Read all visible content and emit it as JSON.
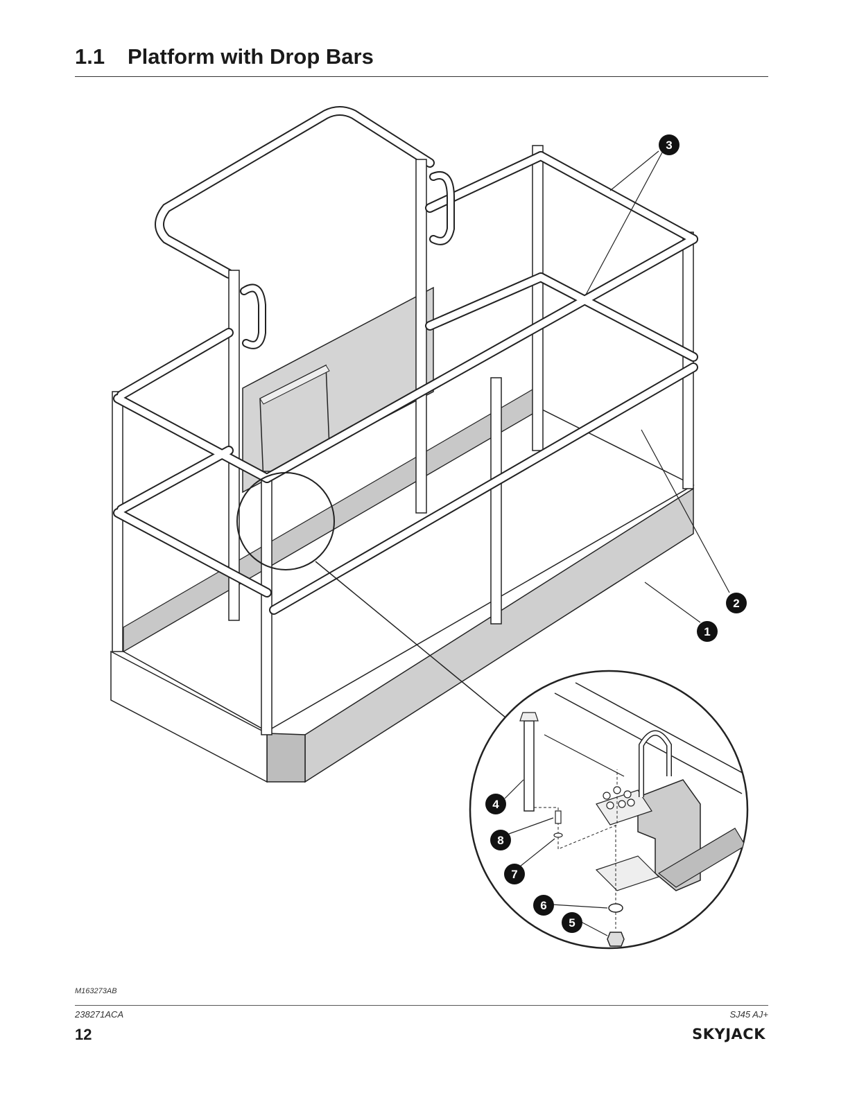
{
  "header": {
    "section_number": "1.1",
    "section_title": "Platform with Drop Bars"
  },
  "callouts": [
    "1",
    "2",
    "3",
    "4",
    "5",
    "6",
    "7",
    "8"
  ],
  "drawing_id": "M163273AB",
  "footer": {
    "doc_number": "238271ACA",
    "model": "SJ45 AJ+",
    "page_number": "12",
    "brand": "SKYJACK"
  }
}
